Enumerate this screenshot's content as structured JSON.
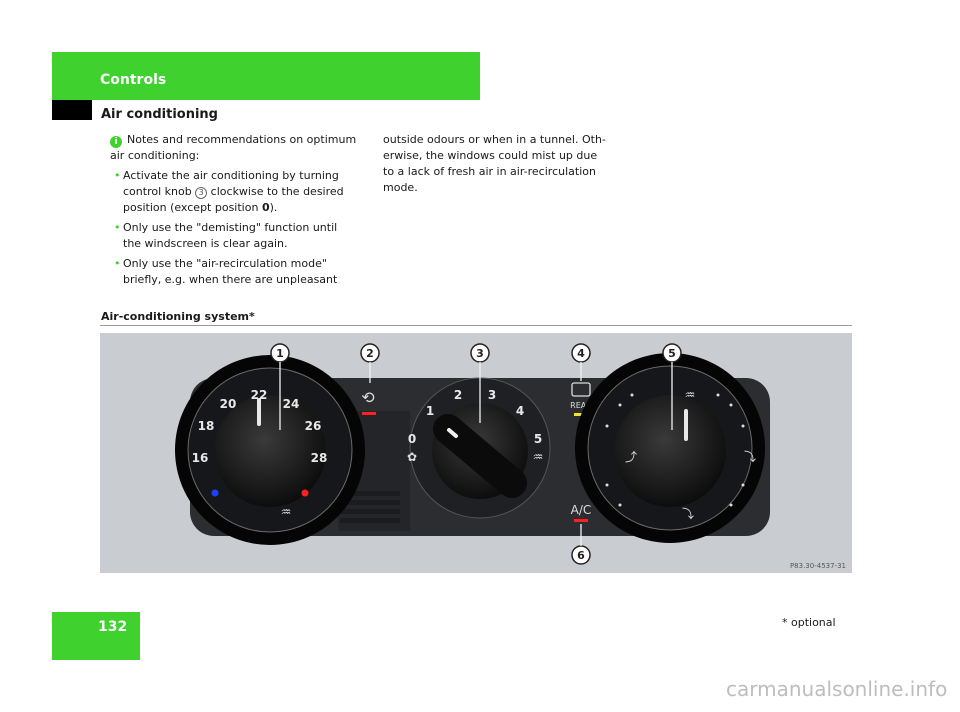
{
  "header": {
    "section": "Controls",
    "title": "Air conditioning"
  },
  "notes": {
    "intro_line1": "Notes and recommendations on optimum",
    "intro_line2": "air conditioning:",
    "b1_l1": "Activate the air conditioning by turning",
    "b1_l2a": "control knob ",
    "b1_ref": "3",
    "b1_l2b": " clockwise to the desired",
    "b1_l3a": "position (except position ",
    "b1_bold": "0",
    "b1_l3b": ").",
    "b2_l1": "Only use the \"demisting\" function until",
    "b2_l2": "the windscreen is clear again.",
    "b3_l1": "Only use the \"air-recirculation mode\"",
    "b3_l2": "briefly, e.g. when there are unpleasant",
    "r_l1": "outside odours or when in a tunnel. Oth-",
    "r_l2": "erwise, the windows could mist up due",
    "r_l3": "to a lack of fresh air in air-recirculation",
    "r_l4": "mode."
  },
  "figure": {
    "title": "Air-conditioning system*",
    "callouts": [
      "1",
      "2",
      "3",
      "4",
      "5",
      "6"
    ],
    "temp_labels": [
      "16",
      "18",
      "20",
      "22",
      "24",
      "26",
      "28"
    ],
    "fan_labels": [
      "0",
      "1",
      "2",
      "3",
      "4",
      "5"
    ],
    "rear_label": "REAR",
    "ac_label": "A/C",
    "code": "P83.30-4537-31"
  },
  "page": {
    "number": "132",
    "footnote": "* optional",
    "watermark": "carmanualsonline.info"
  },
  "colors": {
    "accent": "#3fd12e",
    "panel": "#2b2d30",
    "knob": "#1a1a1a"
  }
}
